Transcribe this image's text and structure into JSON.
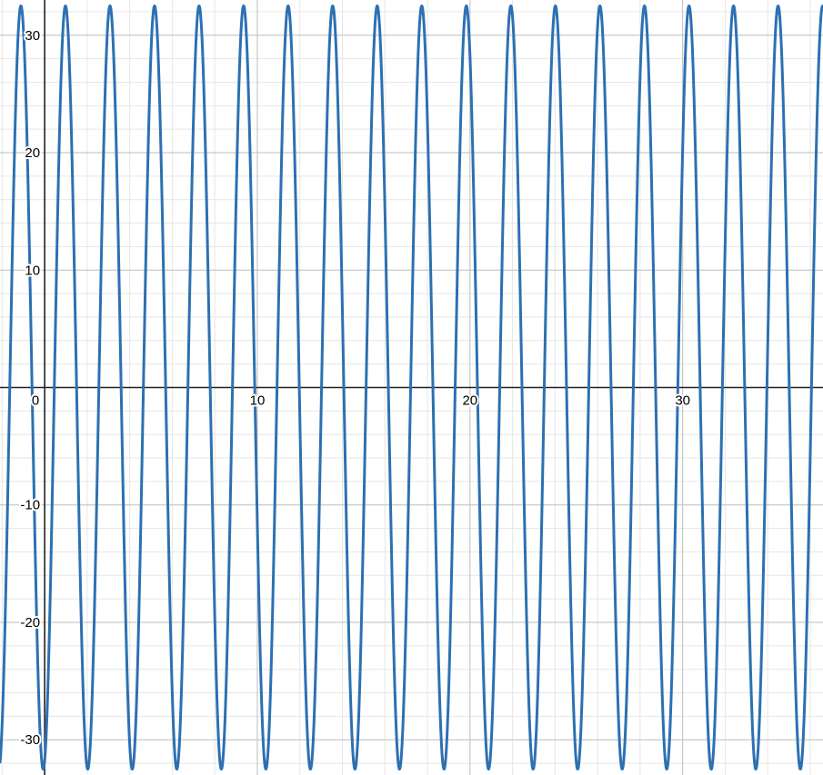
{
  "chart_data": {
    "type": "line",
    "title": "",
    "xlabel": "",
    "ylabel": "",
    "xlim": [
      -2.1,
      36.6
    ],
    "ylim": [
      -33.0,
      33.0
    ],
    "grid": true,
    "x_ticks": [
      0,
      10,
      20,
      30
    ],
    "y_ticks": [
      -30,
      -20,
      -10,
      10,
      20,
      30
    ],
    "x_tick_labels": [
      "0",
      "10",
      "20",
      "30"
    ],
    "y_tick_labels": [
      "-30",
      "-20",
      "-10",
      "10",
      "20",
      "30"
    ],
    "series": [
      {
        "function": "y = 32.5 * cos(3 * x + 3.35)",
        "amplitude": 32.5,
        "angular_frequency": 3,
        "phase": 3.35,
        "x_range": [
          -2.1,
          36.6
        ],
        "color": "#2d70b3"
      }
    ]
  }
}
